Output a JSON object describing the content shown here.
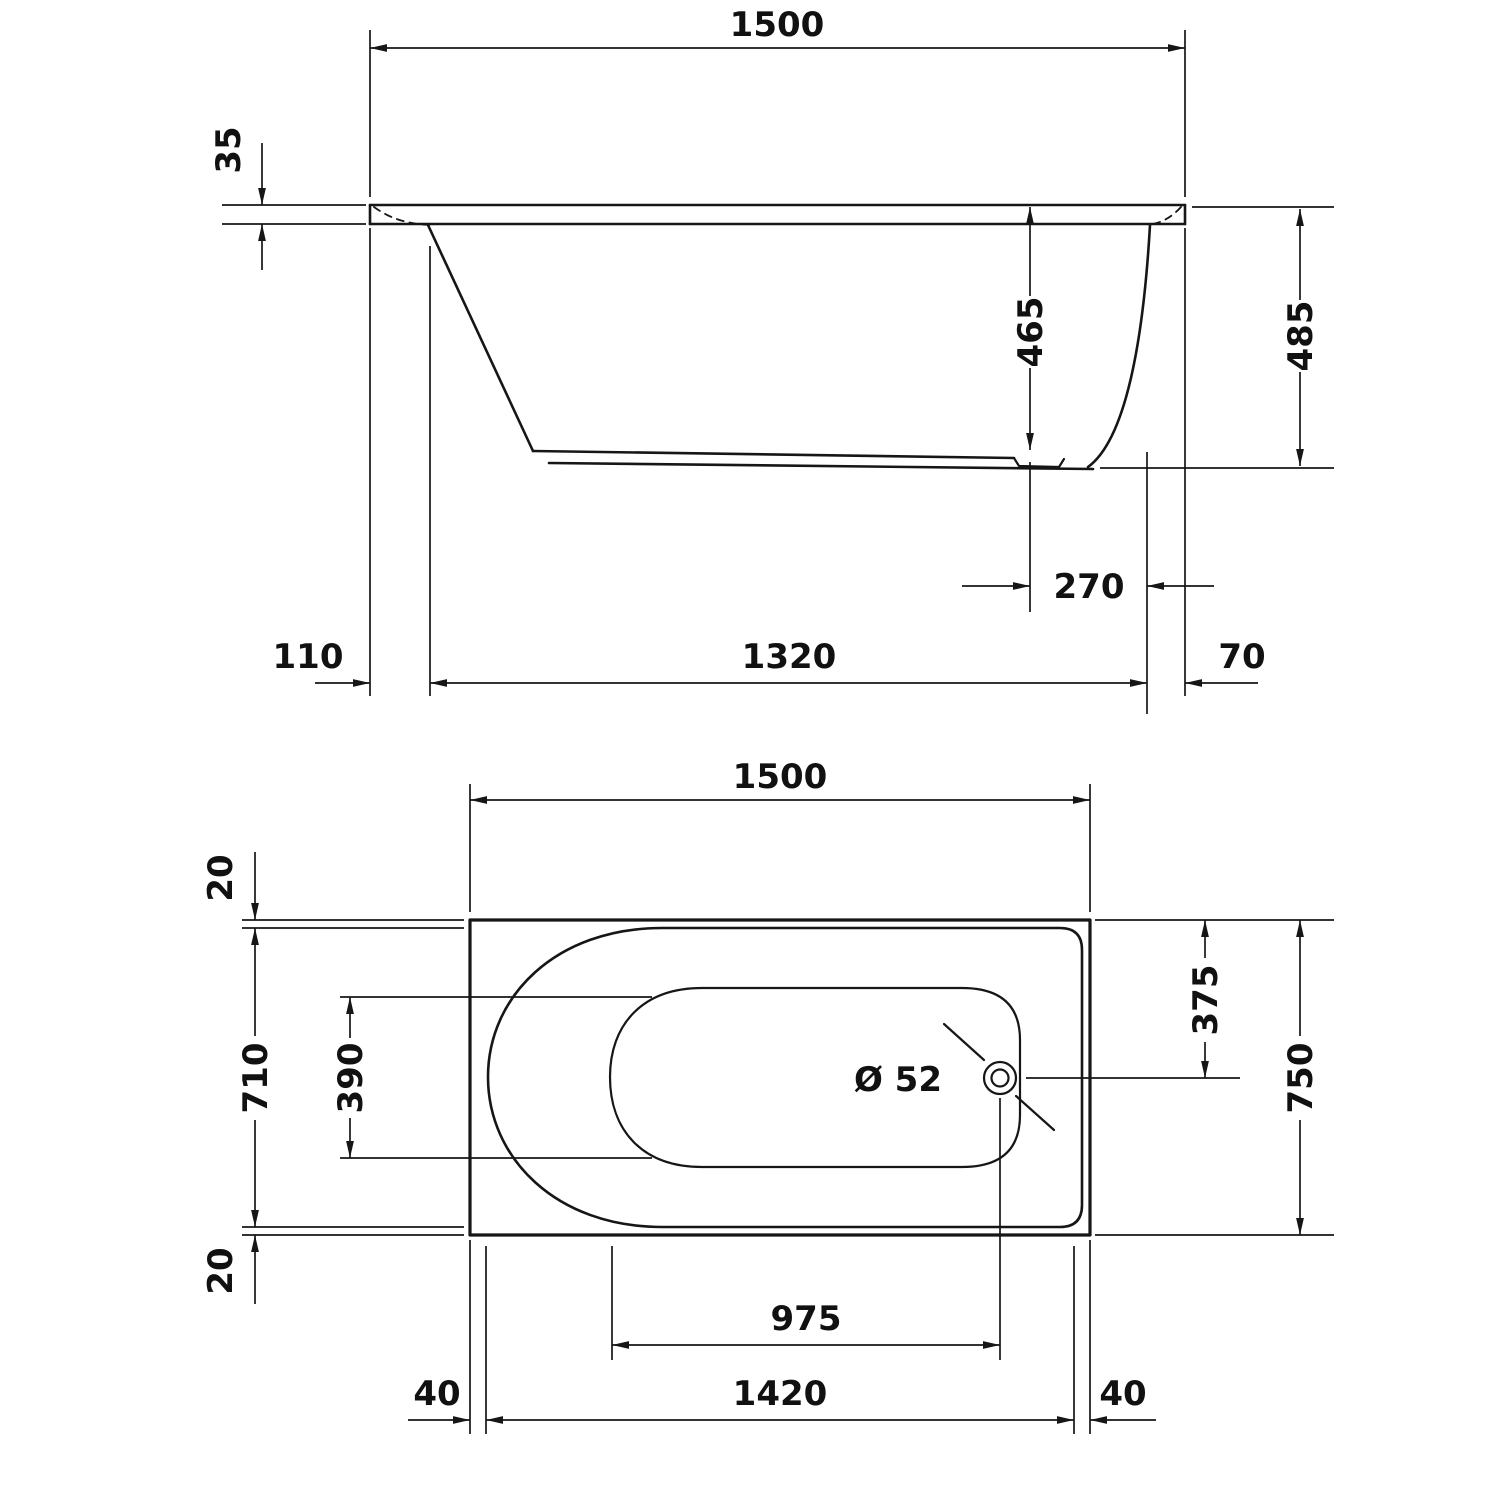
{
  "page": {
    "background": "#ffffff",
    "line_color": "#161616",
    "text_color": "#111111"
  },
  "side_view": {
    "overall_length": "1500",
    "rim_thickness": "35",
    "inner_depth": "465",
    "overall_height": "485",
    "drain_to_end": "270",
    "left_inset": "110",
    "base_length": "1320",
    "right_inset": "70"
  },
  "plan_view": {
    "overall_length": "1500",
    "rim_offset_top": "20",
    "inner_width": "710",
    "head_inner_width": "390",
    "rim_offset_bottom": "20",
    "drain_from_edge": "375",
    "overall_width": "750",
    "drain_diameter": "Ø 52",
    "drain_from_head": "975",
    "end_margin_left": "40",
    "support_span": "1420",
    "end_margin_right": "40"
  }
}
